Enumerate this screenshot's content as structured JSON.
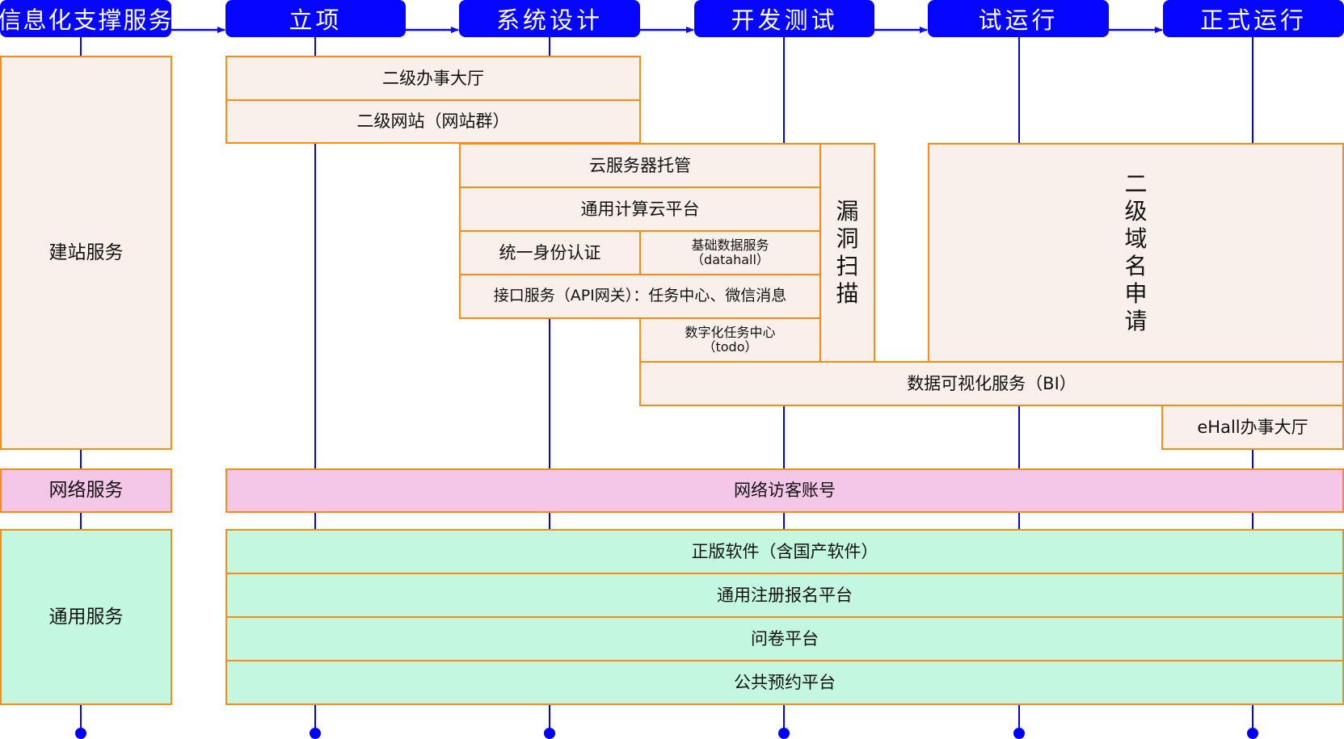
{
  "phases": [
    {
      "label": "信息化支撑服务"
    },
    {
      "label": "立项"
    },
    {
      "label": "系统设计"
    },
    {
      "label": "开发测试"
    },
    {
      "label": "试运行"
    },
    {
      "label": "正式运行"
    }
  ],
  "categories": {
    "site_building": "建站服务",
    "network": "网络服务",
    "general": "通用服务"
  },
  "site_building_services": {
    "secondary_hall": "二级办事大厅",
    "secondary_website": "二级网站（网站群）",
    "cloud_hosting": "云服务器托管",
    "general_cloud": "通用计算云平台",
    "unified_auth": "统一身份认证",
    "basic_data_line1": "基础数据服务",
    "basic_data_line2": "（datahall）",
    "api_service": "接口服务（API网关）：任务中心、微信消息",
    "todo_line1": "数字化任务中心",
    "todo_line2": "（todo）",
    "vuln_scan": [
      "漏",
      "洞",
      "扫",
      "描"
    ],
    "domain_apply": [
      "二",
      "级",
      "域",
      "名",
      "申",
      "请"
    ],
    "bi_service": "数据可视化服务（BI）",
    "ehall": "eHall办事大厅"
  },
  "network_services": {
    "guest_account": "网络访客账号"
  },
  "general_services": [
    "正版软件（含国产软件）",
    "通用注册报名平台",
    "问卷平台",
    "公共预约平台"
  ],
  "colors": {
    "phase_header": "#0505ff",
    "border": "#ff8a10",
    "site_fill": "#f9f0eb",
    "network_fill": "#f4c7e9",
    "general_fill": "#c4f7e0",
    "timeline": "#0000ff"
  }
}
